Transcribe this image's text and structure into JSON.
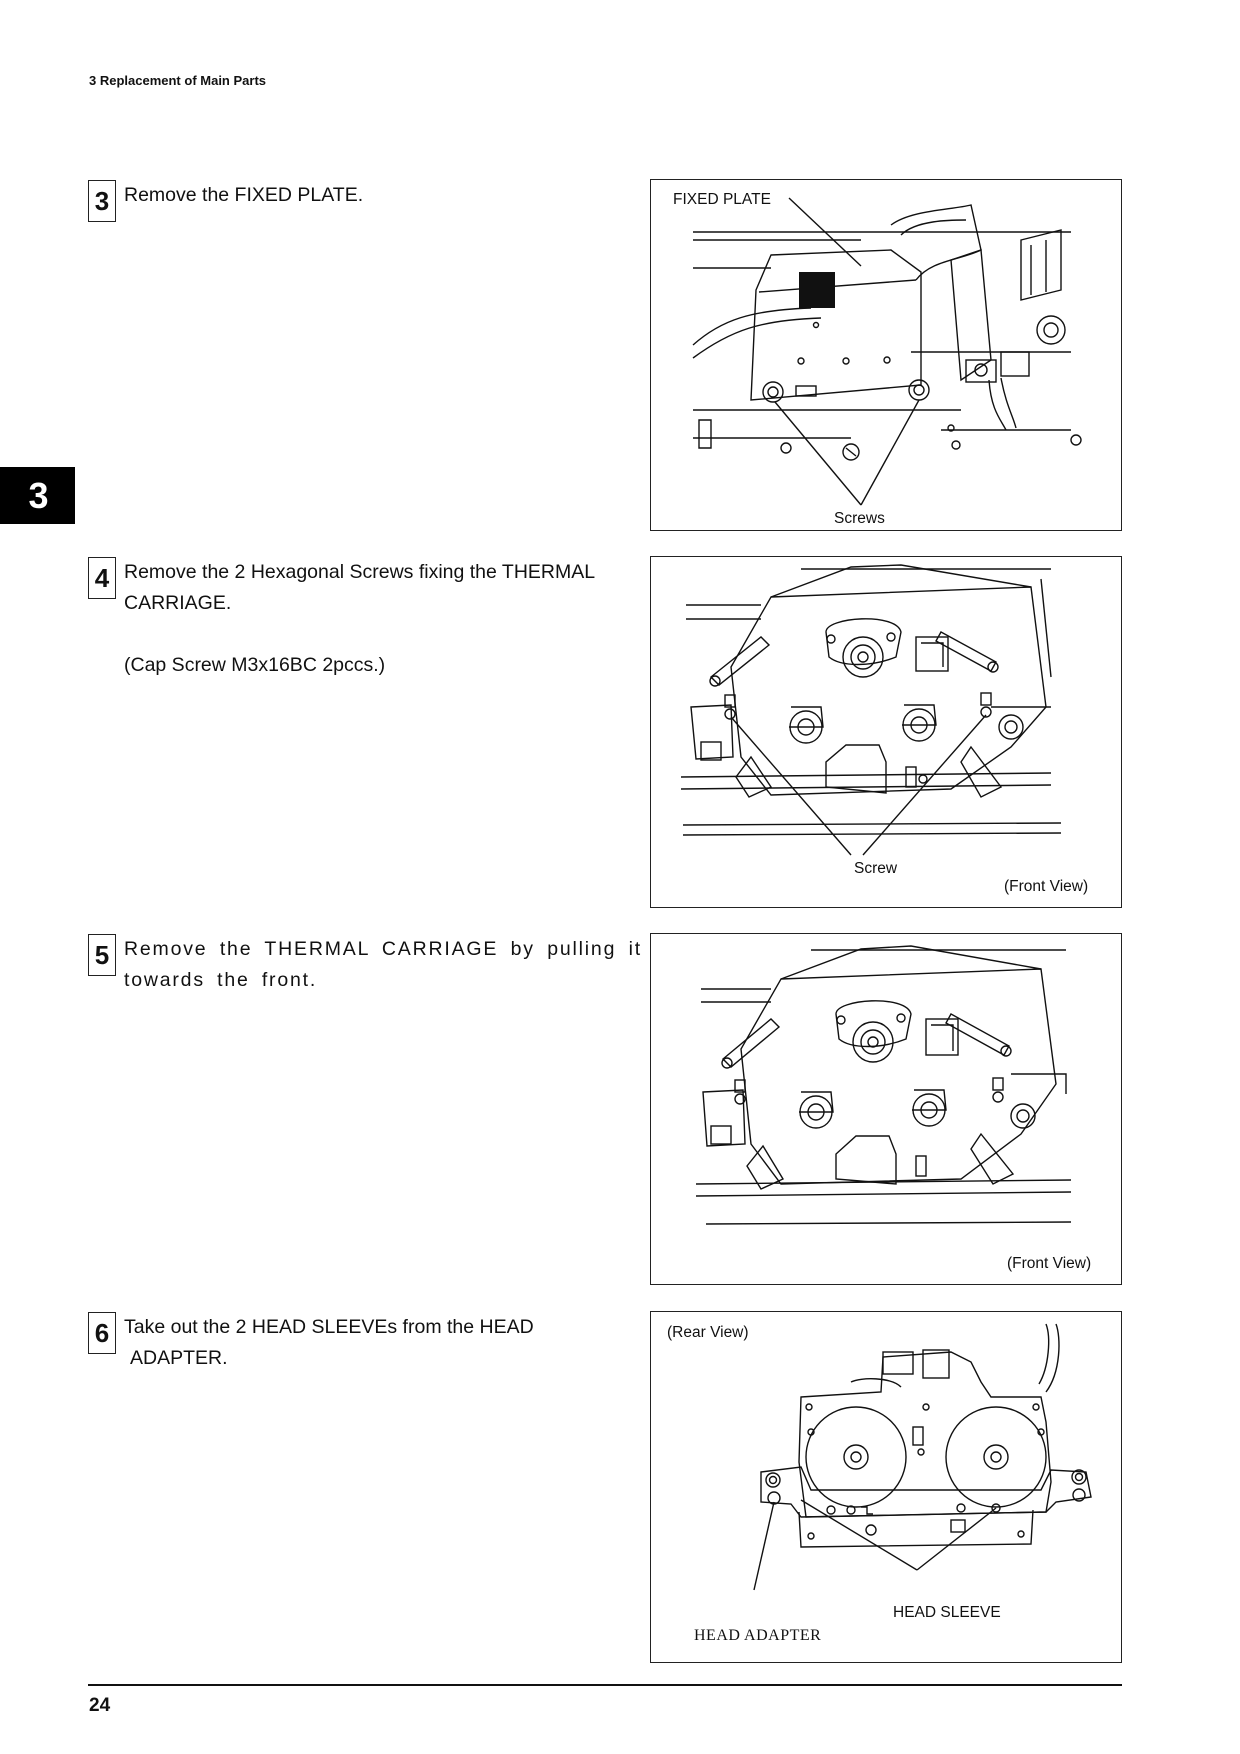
{
  "header": {
    "section": "3 Replacement of Main Parts"
  },
  "side_tab": "3",
  "steps": [
    {
      "number": "3",
      "text": [
        "Remove the FIXED PLATE."
      ],
      "figure": {
        "labels": [
          "FIXED PLATE",
          "Screws"
        ]
      }
    },
    {
      "number": "4",
      "text": [
        "Remove the 2 Hexagonal Screws fixing the THERMAL CARRIAGE.",
        "(Cap Screw M3x16BC 2pccs.)"
      ],
      "figure": {
        "labels": [
          "Screw",
          "(Front View)"
        ]
      }
    },
    {
      "number": "5",
      "text": [
        "Remove the THERMAL CARRIAGE by pulling it towards the front."
      ],
      "figure": {
        "labels": [
          "(Front View)"
        ]
      }
    },
    {
      "number": "6",
      "text": [
        "Take out the 2 HEAD SLEEVEs from the HEAD",
        "ADAPTER."
      ],
      "figure": {
        "labels": [
          "(Rear View)",
          "HEAD SLEEVE",
          "HEAD ADAPTER"
        ]
      }
    }
  ],
  "footer": {
    "page_number": "24"
  }
}
